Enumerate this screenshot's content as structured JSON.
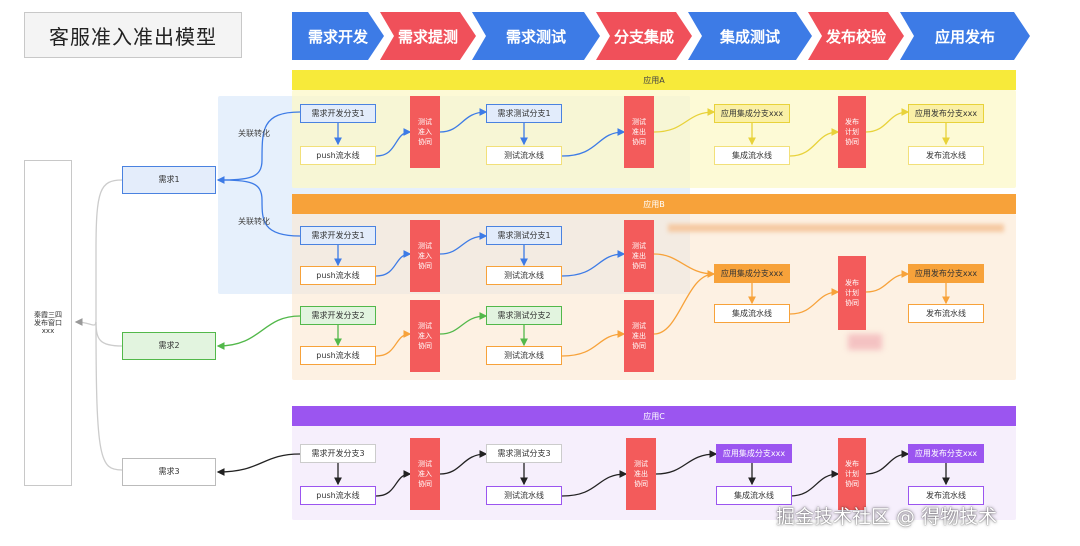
{
  "title": "客服准入准出模型",
  "stages": [
    "需求开发",
    "需求提测",
    "需求测试",
    "分支集成",
    "集成测试",
    "发布校验",
    "应用发布"
  ],
  "lanes": {
    "a": "应用A",
    "b": "应用B",
    "c": "应用C"
  },
  "left_node": "秦霞三四\n发布窗口\nxxx",
  "reqs": {
    "r1": "需求1",
    "r2": "需求2",
    "r3": "需求3"
  },
  "link_label": "关联转化",
  "nodes": {
    "dev1": "需求开发分支1",
    "dev2": "需求开发分支2",
    "dev3": "需求开发分支3",
    "push": "push流水线",
    "tb1": "需求测试分支1",
    "tb2": "需求测试分支2",
    "tb3": "需求测试分支3",
    "tp": "测试流水线",
    "integ": "应用集成分支xxx",
    "ip": "集成流水线",
    "rel": "应用发布分支xxx",
    "rp": "发布流水线"
  },
  "gates": {
    "admit": "测试\n准入\n协同",
    "exit": "测试\n准出\n协同",
    "publish": "发布\n计划\n协同"
  },
  "watermark": "掘金技术社区 @ 得物技术",
  "colors": {
    "blue": "#3d7be6",
    "red": "#f0505a",
    "laneA": "#f7ea3a",
    "laneB": "#f7a23a",
    "laneC": "#9b55f0",
    "gate": "#f35b5b"
  }
}
